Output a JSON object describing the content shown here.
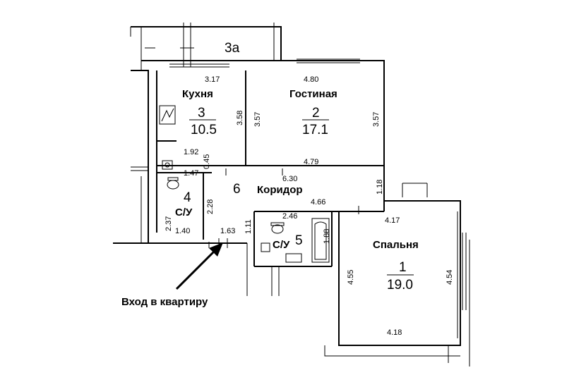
{
  "balcony": {
    "label": "3а"
  },
  "rooms": {
    "kitchen": {
      "name": "Кухня",
      "number": "3",
      "area": "10.5"
    },
    "living": {
      "name": "Гостиная",
      "number": "2",
      "area": "17.1"
    },
    "bath4": {
      "name": "С/У",
      "number": "4"
    },
    "corridor": {
      "name": "Коридор",
      "number": "6"
    },
    "bath5": {
      "name": "С/У",
      "number": "5"
    },
    "bedroom": {
      "name": "Спальня",
      "number": "1",
      "area": "19.0"
    }
  },
  "dimensions": {
    "d_317": "3.17",
    "d_480": "4.80",
    "d_358": "3.58",
    "d_357a": "3.57",
    "d_357b": "3.57",
    "d_192": "1.92",
    "d_045": "0.45",
    "d_479": "4.79",
    "d_147": "1.47",
    "d_630": "6.30",
    "d_118": "1.18",
    "d_466": "4.66",
    "d_228": "2.28",
    "d_246": "2.46",
    "d_417": "4.17",
    "d_237": "2.37",
    "d_140": "1.40",
    "d_163": "1.63",
    "d_111": "1.11",
    "d_188": "1.88",
    "d_455": "4.55",
    "d_454": "4.54",
    "d_418": "4.18"
  },
  "entrance": {
    "label": "Вход в квартиру"
  }
}
